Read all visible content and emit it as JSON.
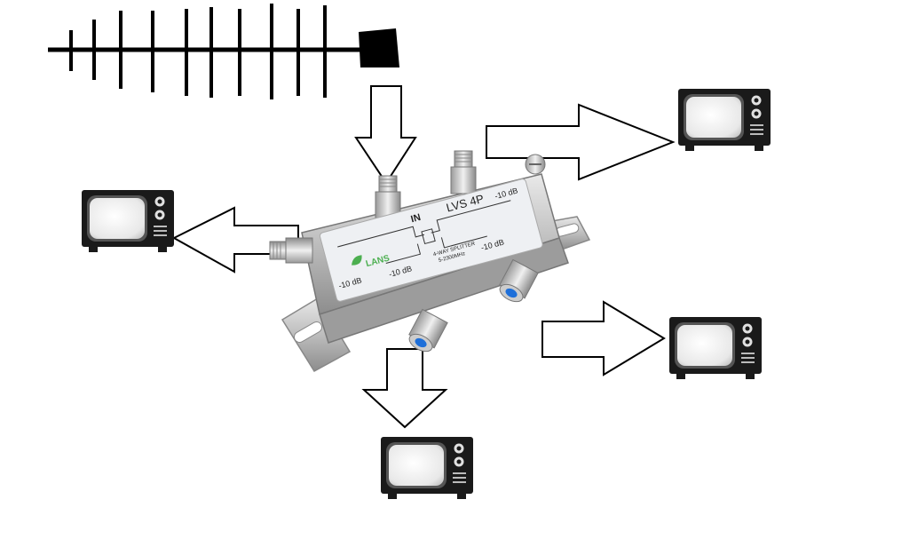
{
  "splitter": {
    "model": "LVS 4P",
    "input_label": "IN",
    "brand": "LANS",
    "description": "4-WAY SPLITTER",
    "frequency": "5-2300MHz",
    "loss_top_left": "-10 dB",
    "loss_top_right": "-10 dB",
    "loss_mid_right": "-10 dB",
    "loss_bottom_left": "-10 dB"
  },
  "colors": {
    "metal": "#c9c9c9",
    "label": "#eef0f3",
    "brand": "#4caf50",
    "connector_insulator": "#1e6fd9",
    "tv_body": "#1a1a1a",
    "screen": "#f2f2f2"
  },
  "icons": [
    "antenna-icon",
    "tv-icon",
    "arrow-icon",
    "splitter-icon"
  ]
}
